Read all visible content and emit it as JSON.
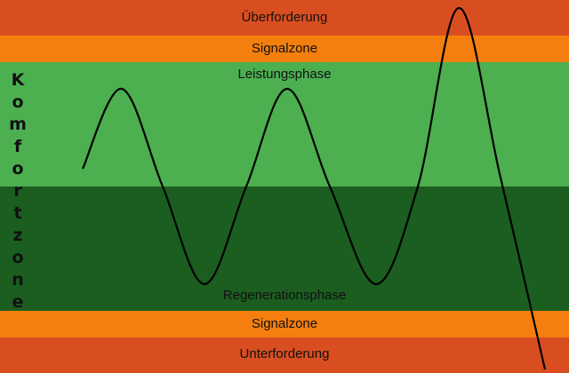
{
  "zones": {
    "ueberforderung": {
      "label": "Überforderung",
      "color": "#d94e20"
    },
    "signalzone_top": {
      "label": "Signalzone",
      "color": "#f47f0e"
    },
    "leistungsphase": {
      "label": "Leistungsphase",
      "color": "#4caf50"
    },
    "regenerationsphase": {
      "label": "Regenerationsphase",
      "color": "#1b5e20"
    },
    "signalzone_bottom": {
      "label": "Signalzone",
      "color": "#f47f0e"
    },
    "unterforderung": {
      "label": "Unterforderung",
      "color": "#d94e20"
    }
  },
  "comfort_zone": {
    "label": "Komfortzone",
    "letters": [
      "K",
      "o",
      "m",
      "f",
      "o",
      "r",
      "t",
      "z",
      "o",
      "n",
      "e"
    ]
  },
  "wave": {
    "color": "#000000"
  }
}
